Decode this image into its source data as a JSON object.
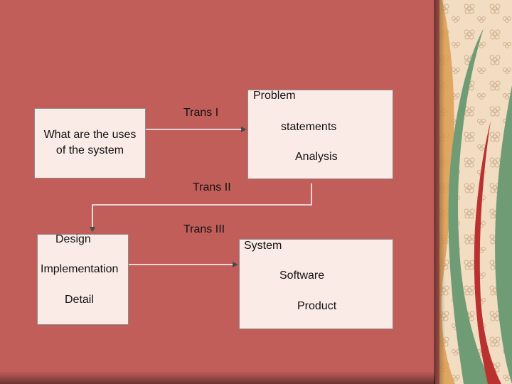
{
  "colors": {
    "background": "#c25e5a",
    "box_fill": "#fbebe6",
    "decor_panel": "#f2dcc2",
    "decor_green": "#6f9c75",
    "decor_orange": "#dd9d52",
    "decor_red": "#b9322f"
  },
  "boxes": {
    "uses": {
      "line1": "What are the uses",
      "line2": "of the system"
    },
    "problem": {
      "line1": "Problem",
      "line2": "statements",
      "line3": "Analysis"
    },
    "design": {
      "line1": "Design",
      "line2": "Implementation",
      "line3": "Detail"
    },
    "software": {
      "line1": "System",
      "line2": "Software",
      "line3": "Product"
    }
  },
  "transitions": {
    "t1": "Trans I",
    "t2": "Trans II",
    "t3": "Trans III"
  }
}
